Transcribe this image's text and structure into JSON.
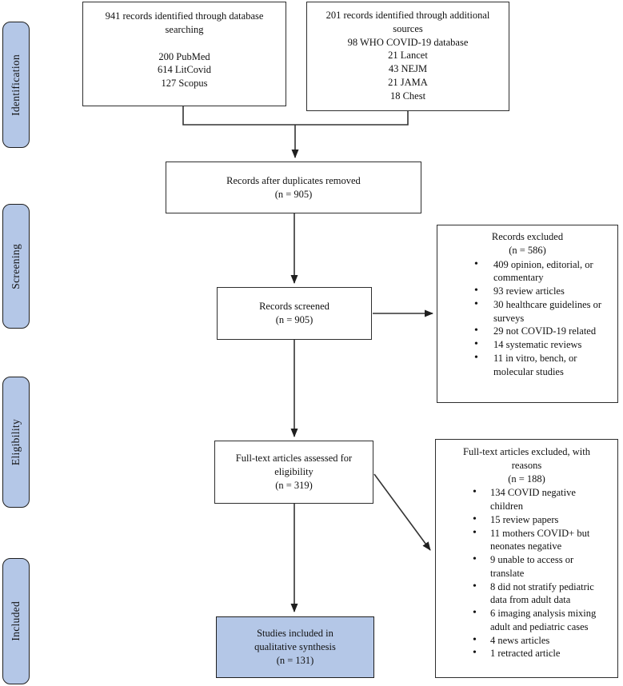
{
  "palette": {
    "accent_fill": "#b4c7e7",
    "border": "#2e2e2e",
    "text": "#111111"
  },
  "stages": [
    {
      "label": "Identification"
    },
    {
      "label": "Screening"
    },
    {
      "label": "Eligibility"
    },
    {
      "label": "Included"
    }
  ],
  "boxes": {
    "database_search": {
      "title": "941 records identified through database searching",
      "sources": [
        "200 PubMed",
        "614 LitCovid",
        "127 Scopus"
      ]
    },
    "additional_sources": {
      "title": "201 records identified through additional sources",
      "sources": [
        "98 WHO COVID-19 database",
        "21 Lancet",
        "43 NEJM",
        "21 JAMA",
        "18 Chest"
      ]
    },
    "duplicates_removed": {
      "title": "Records after duplicates removed",
      "count": "(n = 905)"
    },
    "records_screened": {
      "title": "Records screened",
      "count": "(n = 905)"
    },
    "records_excluded": {
      "title": "Records excluded",
      "count": "(n = 586)",
      "items": [
        "409 opinion, editorial, or commentary",
        "93 review articles",
        "30 healthcare guidelines or surveys",
        "29 not COVID-19 related",
        "14 systematic reviews",
        "11 in vitro, bench, or molecular studies"
      ]
    },
    "fulltext_assessed": {
      "title": "Full-text articles assessed for eligibility",
      "count": "(n = 319)"
    },
    "fulltext_excluded": {
      "title": "Full-text articles excluded, with reasons",
      "count": "(n = 188)",
      "items": [
        "134 COVID negative children",
        "15 review papers",
        "11 mothers COVID+ but neonates negative",
        "9 unable to access or translate",
        "8 did not stratify pediatric data from adult data",
        "6 imaging analysis mixing adult and pediatric cases",
        "4 news articles",
        "1 retracted article"
      ]
    },
    "studies_included": {
      "title": "Studies included in qualitative synthesis",
      "count": "(n = 131)"
    }
  }
}
